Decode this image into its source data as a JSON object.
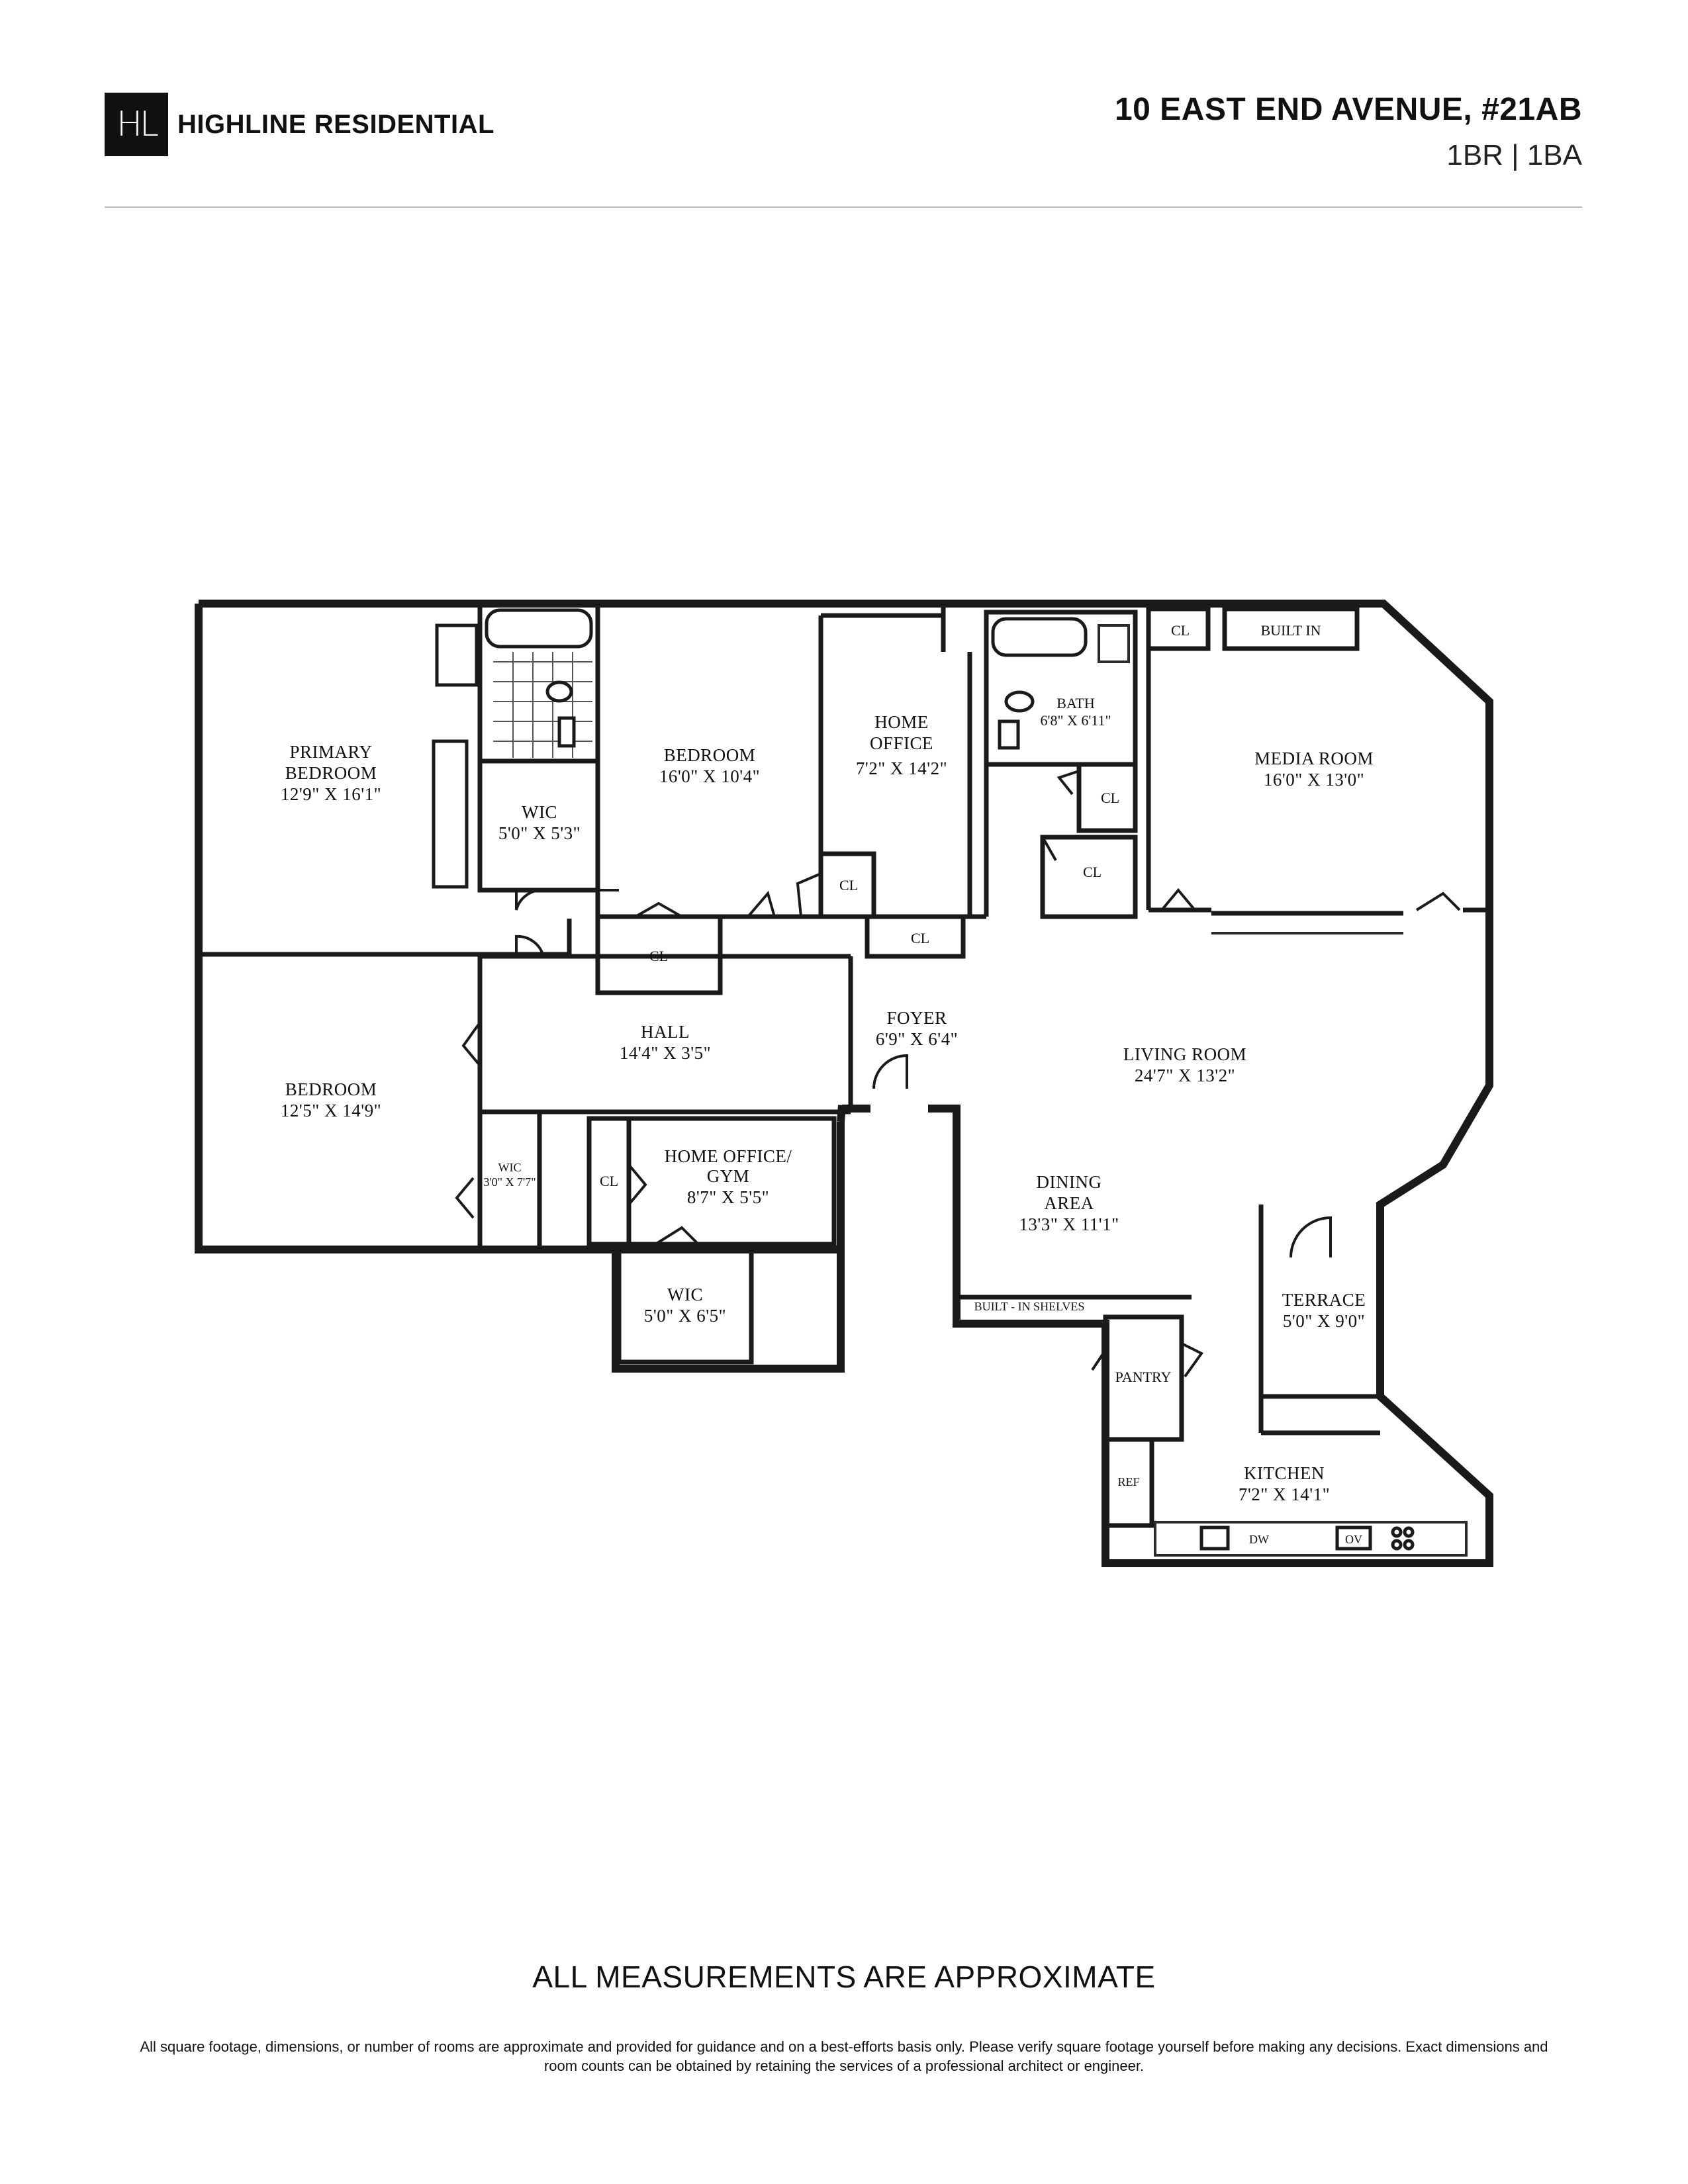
{
  "header": {
    "logo_text": "HL",
    "brand": "HIGHLINE RESIDENTIAL",
    "address": "10 EAST END AVENUE, #21AB",
    "unit_type": "1BR | 1BA"
  },
  "rooms": {
    "primary_bedroom": {
      "name1": "PRIMARY",
      "name2": "BEDROOM",
      "dims": "12'9\" X 16'1\""
    },
    "wic_primary": {
      "name": "WIC",
      "dims": "5'0\" X 5'3\""
    },
    "bedroom_top": {
      "name": "BEDROOM",
      "dims": "16'0\" X 10'4\""
    },
    "home_office": {
      "name1": "HOME",
      "name2": "OFFICE",
      "dims": "7'2\" X 14'2\""
    },
    "bath": {
      "name": "BATH",
      "dims": "6'8\" X 6'11\""
    },
    "media_room": {
      "name": "MEDIA ROOM",
      "dims": "16'0\" X 13'0\""
    },
    "bedroom_left": {
      "name": "BEDROOM",
      "dims": "12'5\" X 14'9\""
    },
    "hall": {
      "name": "HALL",
      "dims": "14'4\" X 3'5\""
    },
    "foyer": {
      "name": "FOYER",
      "dims": "6'9\" X 6'4\""
    },
    "living_room": {
      "name": "LIVING ROOM",
      "dims": "24'7\" X 13'2\""
    },
    "wic_small": {
      "name": "WIC",
      "dims": "3'0\" X 7'7\""
    },
    "home_office_gym": {
      "name1": "HOME OFFICE/",
      "name2": "GYM",
      "dims": "8'7\" X 5'5\""
    },
    "wic_lower": {
      "name": "WIC",
      "dims": "5'0\" X 6'5\""
    },
    "dining_area": {
      "name1": "DINING",
      "name2": "AREA",
      "dims": "13'3\" X 11'1\""
    },
    "terrace": {
      "name": "TERRACE",
      "dims": "5'0\" X 9'0\""
    },
    "kitchen": {
      "name": "KITCHEN",
      "dims": "7'2\" X 14'1\""
    }
  },
  "fixtures": {
    "closet": "CL",
    "built_in": "BUILT IN",
    "built_in_shelves": "BUILT - IN SHELVES",
    "pantry": "PANTRY",
    "ref": "REF",
    "dw": "DW",
    "ov": "OV"
  },
  "footer": {
    "note": "ALL MEASUREMENTS ARE APPROXIMATE",
    "disclaimer": "All square footage, dimensions, or number of rooms are approximate and provided for guidance and on a best-efforts basis only. Please verify square footage yourself before making any decisions. Exact dimensions and room counts can be obtained by retaining the services of a professional architect or engineer."
  }
}
